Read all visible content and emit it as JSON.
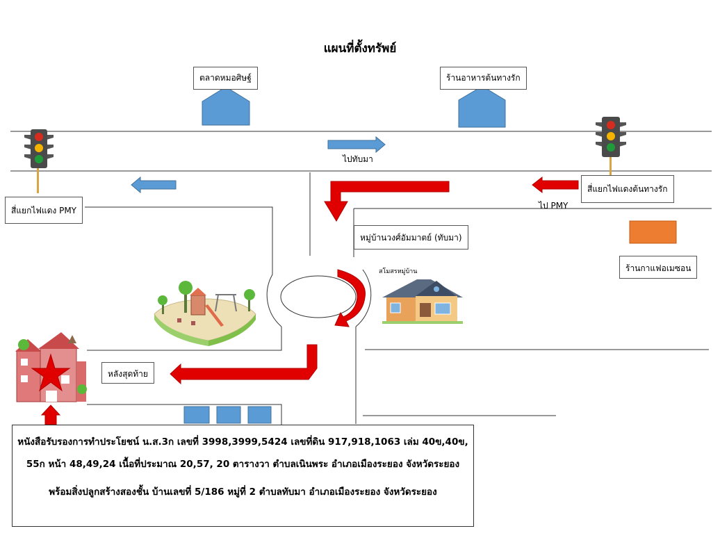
{
  "title": "แผนที่ตั้งทรัพย์",
  "labels": {
    "market": "ตลาดหมอศิษฐ์",
    "restaurant": "ร้านอาหารต้นทางรัก",
    "to_tapma": "ไปทับมา",
    "junction_pmy": "สี่แยกไฟแดง PMY",
    "junction_tonthangrak": "สี่แยกไฟแดงต้นทางรัก",
    "to_pmy": "ไป PMY",
    "village": "หมู่บ้านวงศ์อัมมาตย์ (ทับมา)",
    "coffee_shop": "ร้านกาแฟอเมซอน",
    "clubhouse": "สโมสรหมู่บ้าน",
    "last_house": "หลังสุดท้าย"
  },
  "info": {
    "line1": "หนังสือรับรองการทำประโยชน์ น.ส.3ก เลขที่ 3998,3999,5424 เลขที่ดิน 917,918,1063 เล่ม 40ข,40ข,",
    "line2": "55ก หน้า 48,49,24  เนื้อที่ประมาณ 20,57, 20 ตารางวา ตำบลเนินพระ อำเภอเมืองระยอง จังหวัดระยอง",
    "line3": "พร้อมสิ่งปลูกสร้างสองชั้น บ้านเลขที่ 5/186 หมู่ที่ 2 ตำบลทับมา อำเภอเมืองระยอง จังหวัดระยอง"
  },
  "colors": {
    "road_line": "#333333",
    "blue_fill": "#5b9bd5",
    "blue_stroke": "#41719c",
    "red_arrow": "#e00000",
    "orange_shop": "#ed7d31",
    "traffic_light_body": "#4a4a4a"
  },
  "icons": [
    "traffic-light-icon",
    "building-icon",
    "playground-icon",
    "clubhouse-house-icon",
    "property-house-icon",
    "star-marker-icon"
  ]
}
